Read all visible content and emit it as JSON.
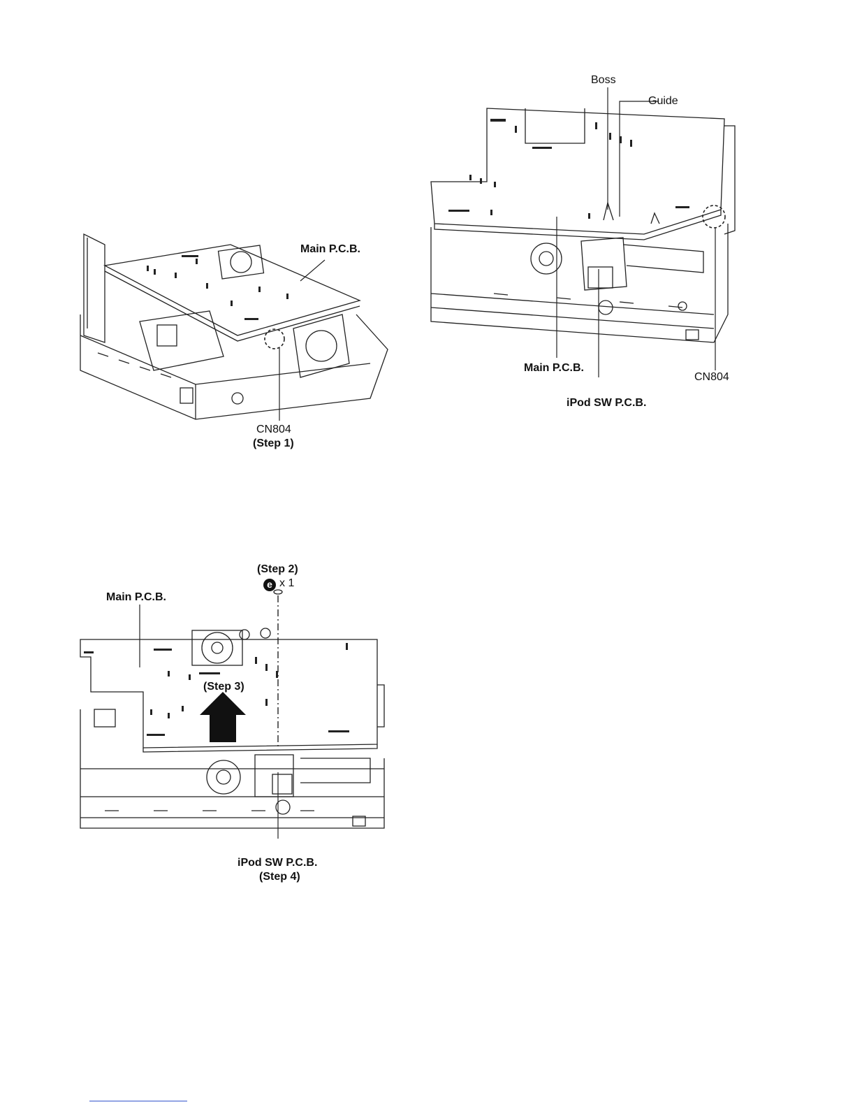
{
  "figure1": {
    "main_pcb_label": "Main P.C.B.",
    "connector_label": "CN804",
    "step_label": "(Step 1)"
  },
  "figure2": {
    "boss_label": "Boss",
    "guide_label": "Guide",
    "main_pcb_label": "Main P.C.B.",
    "ipod_pcb_label": "iPod SW P.C.B.",
    "connector_label": "CN804"
  },
  "figure3": {
    "step2_label": "(Step 2)",
    "screw_letter": "e",
    "screw_count": "x 1",
    "main_pcb_label": "Main P.C.B.",
    "step3_label": "(Step 3)",
    "ipod_pcb_label": "iPod SW P.C.B.",
    "step4_label": "(Step 4)"
  },
  "colors": {
    "line": "#222222",
    "fill": "#ffffff",
    "link": "#3355cc"
  }
}
